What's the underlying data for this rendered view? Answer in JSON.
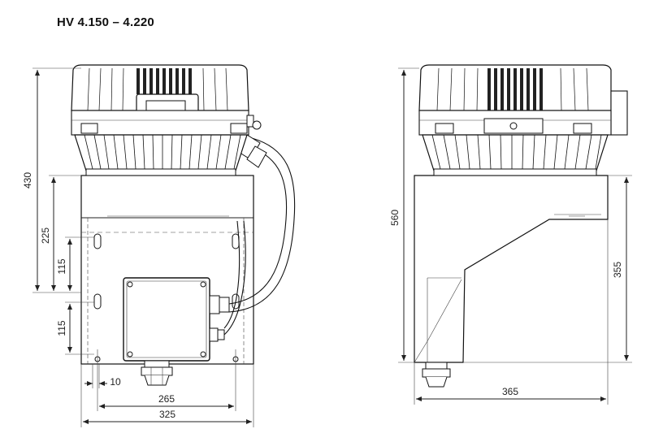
{
  "title": "HV 4.150 – 4.220",
  "dimensions": {
    "front_height": "430",
    "front_mid": "225",
    "front_hole_upper": "115",
    "front_hole_lower": "115",
    "front_edge": "10",
    "front_holes": "265",
    "front_width": "325",
    "side_height": "560",
    "side_base_height": "355",
    "side_width": "365"
  }
}
